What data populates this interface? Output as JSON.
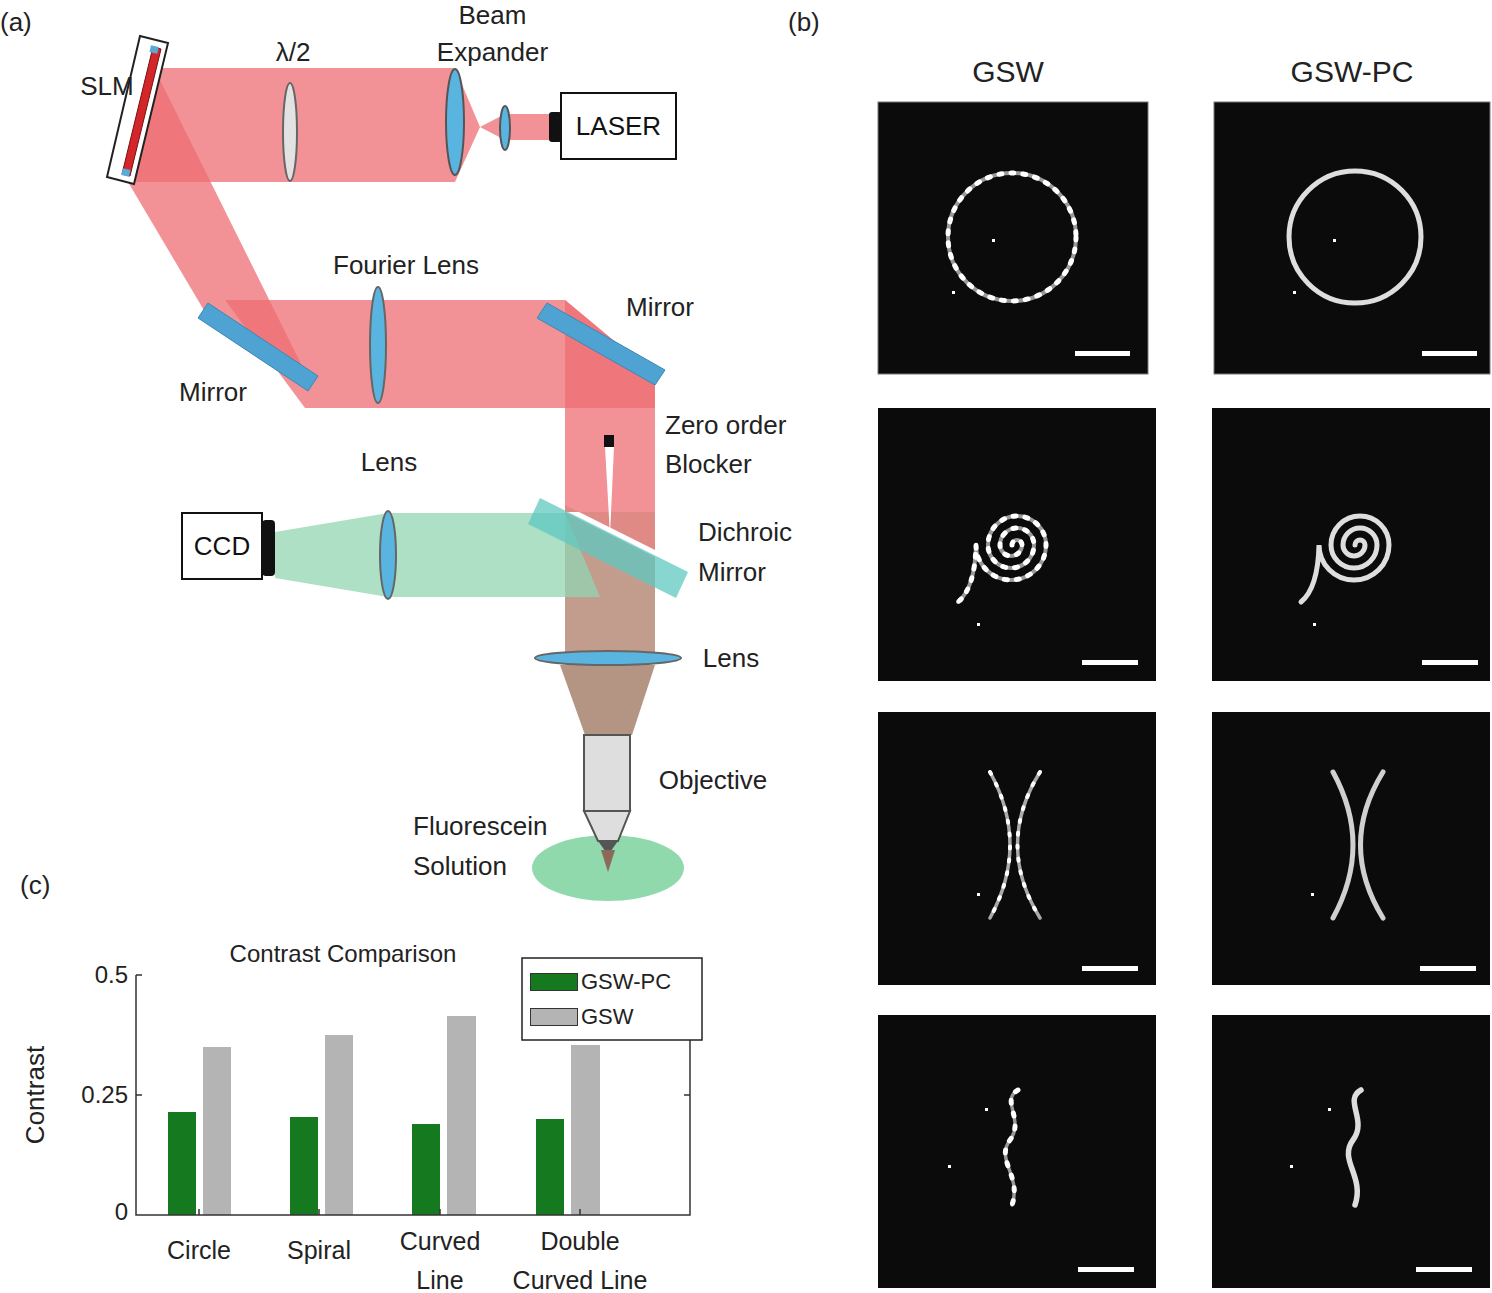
{
  "diagram": {
    "nodes": [
      {
        "text": [
          "LASER"
        ]
      },
      {
        "text": [
          "CCD"
        ]
      }
    ],
    "labels": [
      "(a)",
      "SLM",
      "λ/2",
      "Beam Expander",
      "Fourier Lens",
      "Mirror",
      "Mirror",
      "Zero order Blocker",
      "Dichroic Mirror",
      "Lens",
      "Lens",
      "Objective",
      "Fluorescein Solution",
      "(b)",
      "GSW",
      "GSW-PC",
      "(c)",
      "Contrast Comparison",
      "Contrast",
      "0.5",
      "0.25",
      "0",
      "Circle",
      "Spiral",
      "Curved Line",
      "Double Curved Line"
    ],
    "legend": [
      {
        "text": "GSW-PC",
        "color": "#157a1f"
      },
      {
        "text": "GSW",
        "color": "#b4b4b4"
      }
    ]
  }
}
